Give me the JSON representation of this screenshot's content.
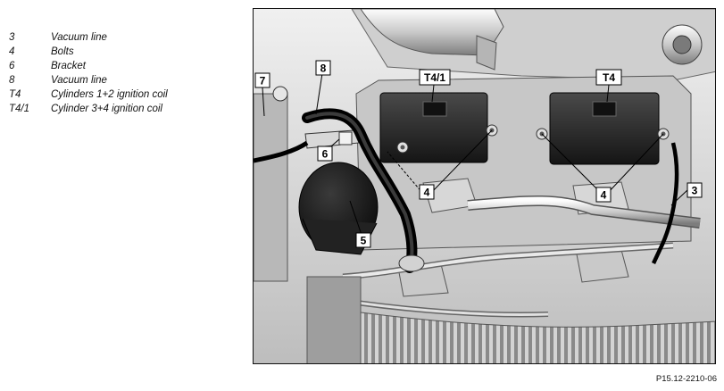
{
  "legend": [
    {
      "key": "3",
      "text": "Vacuum line"
    },
    {
      "key": "4",
      "text": "Bolts"
    },
    {
      "key": "6",
      "text": "Bracket"
    },
    {
      "key": "8",
      "text": "Vacuum line"
    },
    {
      "key": "T4",
      "text": "Cylinders 1+2 ignition coil"
    },
    {
      "key": "T4/1",
      "text": "Cylinder 3+4 ignition coil"
    }
  ],
  "callouts": {
    "c3": "3",
    "c4_left": "4",
    "c4_right": "4",
    "c5": "5",
    "c6": "6",
    "c7": "7",
    "c8": "8",
    "cT4": "T4",
    "cT41": "T4/1"
  },
  "reference": "P15.12-2210-06"
}
